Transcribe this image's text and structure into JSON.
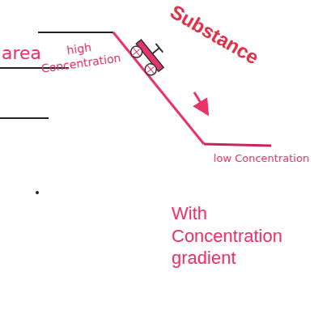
{
  "diagram": {
    "labels": [
      "high Concentration",
      "Substance",
      "area",
      "low Concentration",
      "With Concentration gradient"
    ]
  }
}
